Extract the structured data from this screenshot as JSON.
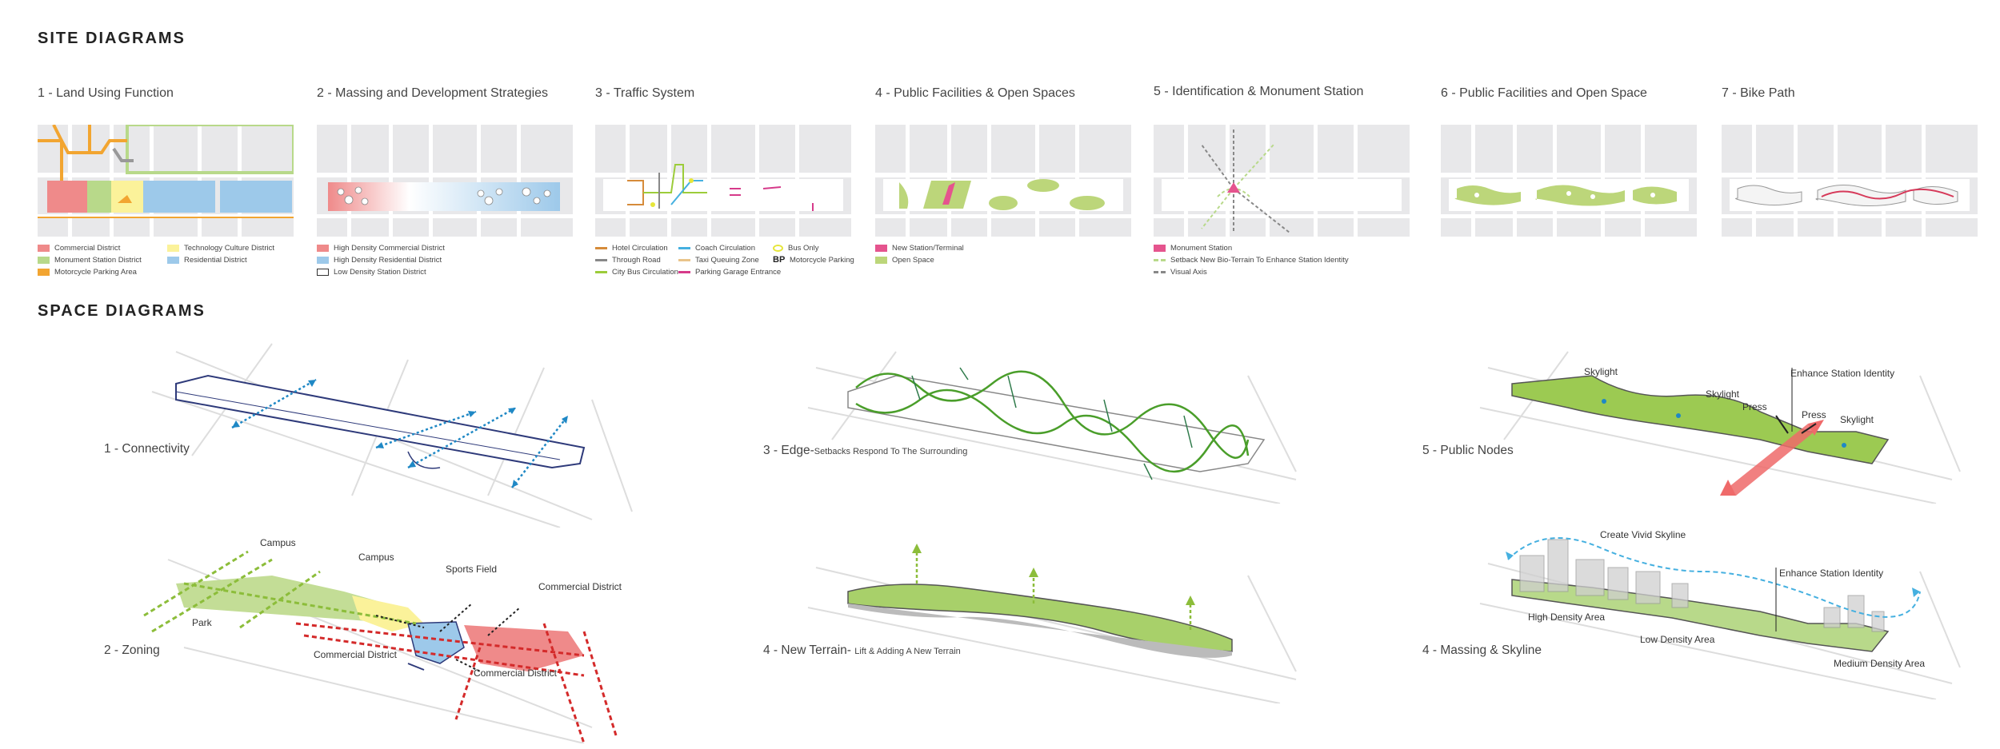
{
  "site": {
    "heading": "SITE DIAGRAMS",
    "panels": [
      {
        "title": "1 - Land Using Function"
      },
      {
        "title": "2 - Massing and Development Strategies"
      },
      {
        "title": "3 - Traffic System"
      },
      {
        "title": "4 - Public Facilities & Open Spaces"
      },
      {
        "title": "5 - Identification & Monument Station"
      },
      {
        "title": "6 - Public Facilities and Open Space"
      },
      {
        "title": "7 - Bike Path"
      }
    ],
    "legend1": {
      "col1": [
        "Commercial District",
        "Monument Station District",
        "Motorcycle Parking Area"
      ],
      "col2": [
        "Technology Culture District",
        "Residential District"
      ]
    },
    "legend2": [
      "High Density Commercial District",
      "High Density Residential District",
      "Low Density Station District"
    ],
    "legend3": {
      "col1": [
        "Hotel Circulation",
        "Through Road",
        "City Bus Circulation"
      ],
      "col2": [
        "Coach Circulation",
        "Taxi Queuing Zone",
        "Parking Garage Entrance"
      ],
      "col3": [
        "Bus Only",
        "Motorcycle Parking"
      ],
      "bp_symbol": "BP"
    },
    "legend4": [
      "New Station/Terminal",
      "Open Space"
    ],
    "legend5": [
      "Monument Station",
      "Setback New Bio-Terrain To Enhance Station Identity",
      "Visual Axis"
    ]
  },
  "space": {
    "heading": "SPACE DIAGRAMS",
    "d1": {
      "label": "1 - Connectivity"
    },
    "d2": {
      "label": "2 - Zoning",
      "annotations": {
        "campus1": "Campus",
        "campus2": "Campus",
        "sports": "Sports Field",
        "commercial_a": "Commercial District",
        "park": "Park",
        "commercial_b": "Commercial District",
        "commercial_c": "Commercial District"
      }
    },
    "d3": {
      "label_main": "3 - Edge-",
      "label_small": "Setbacks Respond To The Surrounding"
    },
    "d4": {
      "label_main": "4 - New Terrain- ",
      "label_small": "Lift & Adding A New Terrain"
    },
    "d5": {
      "label": "5 - Public Nodes",
      "annotations": {
        "skylight1": "Skylight",
        "skylight2": "Skylight",
        "skylight3": "Skylight",
        "press1": "Press",
        "press2": "Press",
        "identity": "Enhance Station Identity"
      }
    },
    "d6": {
      "label": "4 - Massing & Skyline",
      "annotations": {
        "skyline": "Create Vivid Skyline",
        "identity": "Enhance Station Identity",
        "high": "High Density Area",
        "low": "Low Density Area",
        "medium": "Medium Density Area"
      }
    }
  },
  "colors": {
    "commercial": "#ef8a8a",
    "monument": "#b8d98a",
    "motorcycle": "#f2a531",
    "technology": "#fbf29a",
    "residential": "#9dc9ea",
    "new_station": "#e5548e",
    "open_space": "#bcd67a",
    "hotel": "#d68b3a",
    "through": "#888888",
    "citybus": "#9ccc3a",
    "coach": "#45b0e0",
    "taxi": "#e9c48a",
    "parking": "#d63a8a",
    "busonly": "#e6e63a",
    "panel_bg": "#e8e8ea"
  }
}
